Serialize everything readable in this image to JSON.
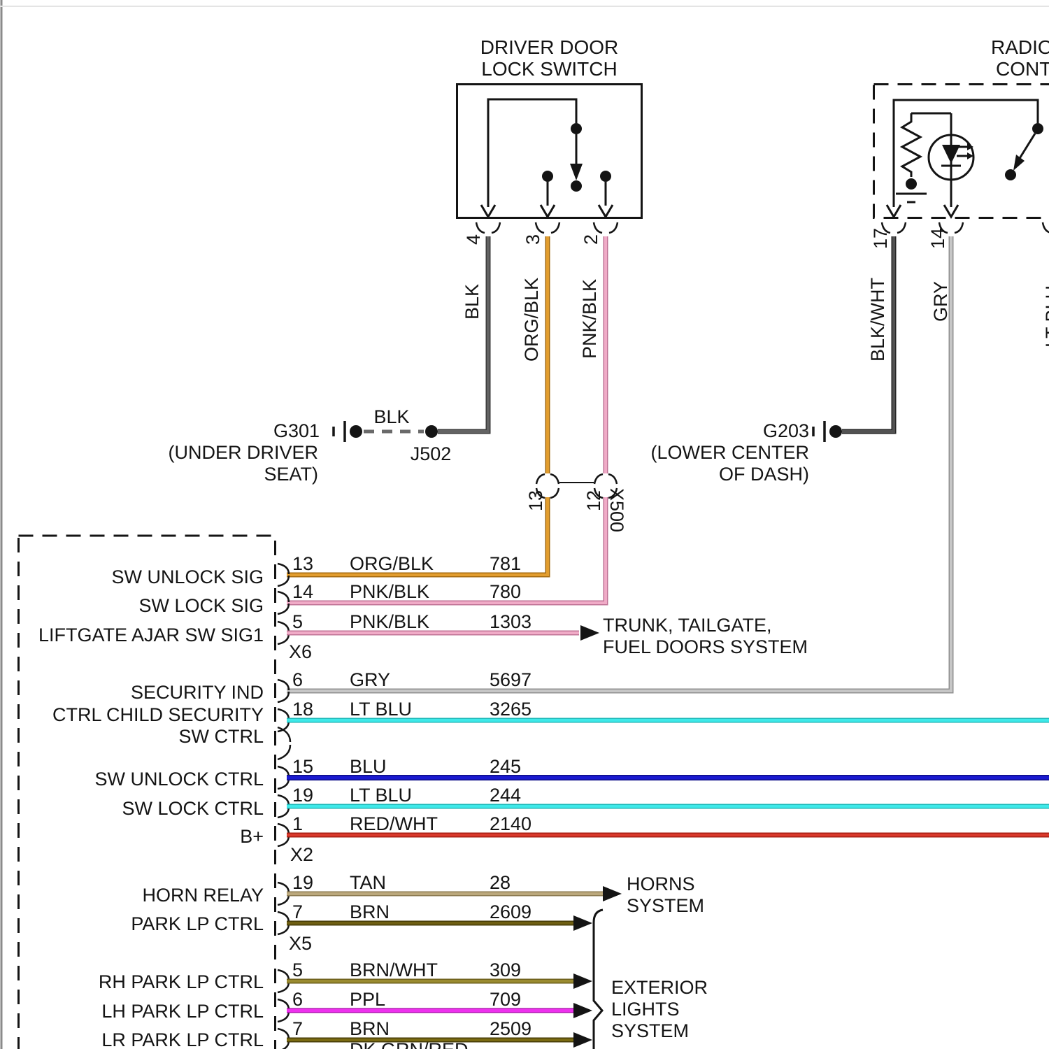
{
  "diagram": {
    "switch": {
      "title1": "DRIVER DOOR",
      "title2": "LOCK SWITCH",
      "pin4": "4",
      "pin3": "3",
      "pin2": "2"
    },
    "radio": {
      "title1": "RADIO/",
      "title2": "CONTR",
      "pin17": "17",
      "pin14": "14"
    },
    "wire_labels": {
      "blk": "BLK",
      "org_blk": "ORG/BLK",
      "pnk_blk": "PNK/BLK",
      "blk_wht": "BLK/WHT",
      "gry": "GRY",
      "lt_blu_partial": "LT BLU"
    },
    "grounds": {
      "g301": {
        "name": "G301",
        "loc1": "(UNDER DRIVER",
        "loc2": "SEAT)",
        "wire": "BLK",
        "splice": "J502"
      },
      "g203": {
        "name": "G203",
        "loc1": "(LOWER CENTER",
        "loc2": "OF DASH)"
      }
    },
    "x500": {
      "name": "X500",
      "pin13": "13",
      "pin12": "12"
    },
    "module": {
      "x6": "X6",
      "x2": "X2",
      "x5": "X5"
    },
    "rows": [
      {
        "signal": "SW UNLOCK SIG",
        "pin": "13",
        "color": "ORG/BLK",
        "circuit": "781"
      },
      {
        "signal": "SW LOCK SIG",
        "pin": "14",
        "color": "PNK/BLK",
        "circuit": "780"
      },
      {
        "signal": "LIFTGATE AJAR SW SIG1",
        "pin": "5",
        "color": "PNK/BLK",
        "circuit": "1303"
      },
      {
        "signal": "SECURITY IND",
        "pin": "6",
        "color": "GRY",
        "circuit": "5697"
      },
      {
        "signal_line1": "CTRL CHILD SECURITY",
        "signal_line2": "SW CTRL",
        "pin": "18",
        "color": "LT BLU",
        "circuit": "3265"
      },
      {
        "signal": "SW UNLOCK CTRL",
        "pin": "15",
        "color": "BLU",
        "circuit": "245"
      },
      {
        "signal": "SW LOCK CTRL",
        "pin": "19",
        "color": "LT BLU",
        "circuit": "244"
      },
      {
        "signal": "B+",
        "pin": "1",
        "color": "RED/WHT",
        "circuit": "2140"
      },
      {
        "signal": "HORN RELAY",
        "pin": "19",
        "color": "TAN",
        "circuit": "28"
      },
      {
        "signal": "PARK LP CTRL",
        "pin": "7",
        "color": "BRN",
        "circuit": "2609"
      },
      {
        "signal": "RH PARK LP CTRL",
        "pin": "5",
        "color": "BRN/WHT",
        "circuit": "309"
      },
      {
        "signal": "LH PARK LP CTRL",
        "pin": "6",
        "color": "PPL",
        "circuit": "709"
      },
      {
        "signal": "LR PARK LP CTRL",
        "pin": "7",
        "color": "BRN",
        "circuit": "2509"
      }
    ],
    "partial_label": "DK GRN/RED",
    "dest": {
      "trunk1": "TRUNK, TAILGATE,",
      "trunk2": "FUEL DOORS SYSTEM",
      "horns1": "HORNS",
      "horns2": "SYSTEM",
      "ext1": "EXTERIOR",
      "ext2": "LIGHTS",
      "ext3": "SYSTEM"
    },
    "colors": {
      "org_blk": "#e29d2e",
      "pnk_blk": "#f0abc7",
      "gry": "#c6c6c6",
      "lt_blu": "#3ee9e9",
      "blu": "#1a1ad0",
      "red_wht": "#d9392b",
      "tan": "#bba87c",
      "brn": "#6e5e12",
      "brn_wht": "#9a8b30",
      "ppl": "#ee30ee",
      "blk": "#636363",
      "blk_wht": "#525252"
    }
  }
}
